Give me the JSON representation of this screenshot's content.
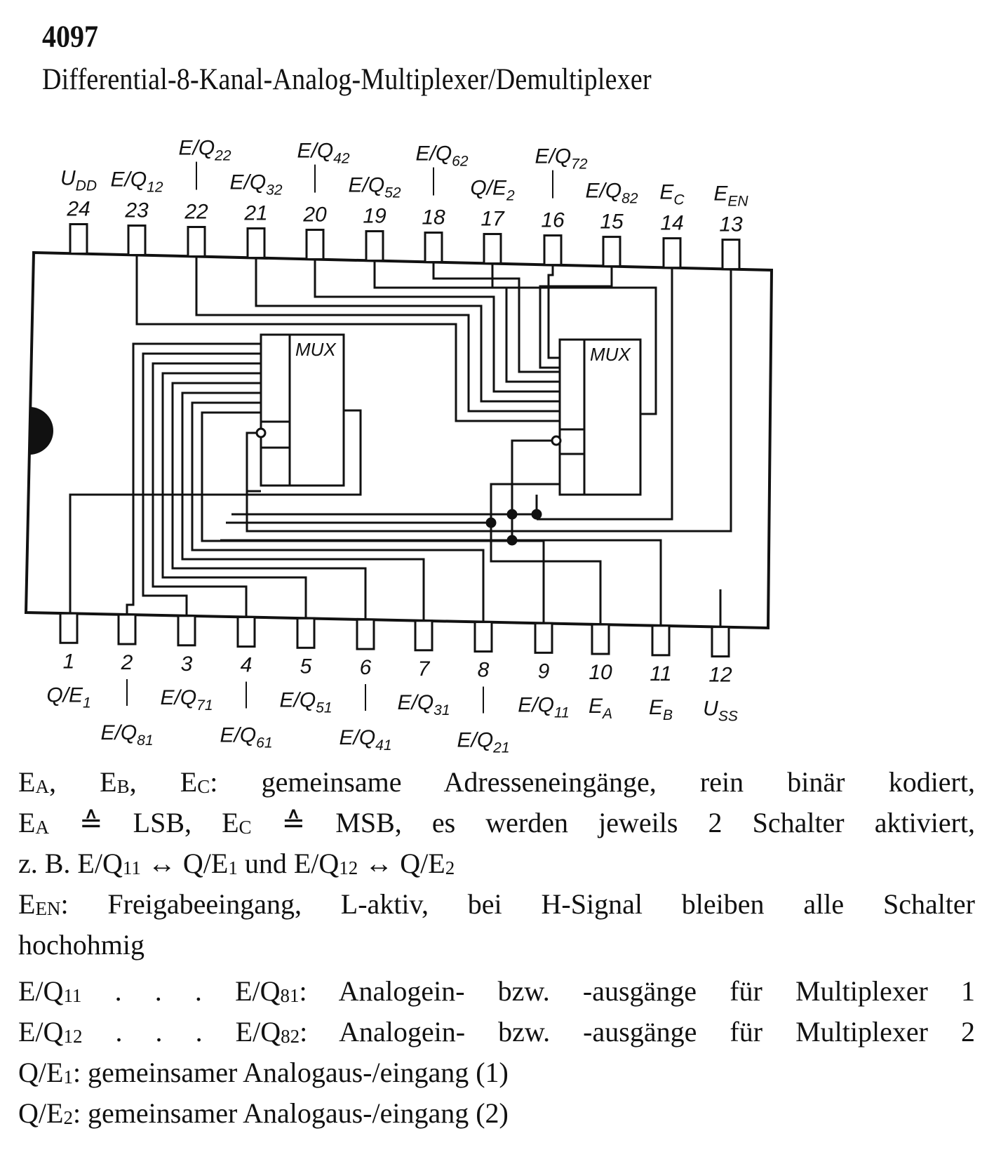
{
  "header": {
    "number": "4097",
    "title": "Differential-8-Kanal-Analog-Multiplexer/Demultiplexer"
  },
  "diagram": {
    "mux_labels": [
      "MUX",
      "MUX"
    ],
    "top_pins": [
      {
        "num": "24",
        "main": "U",
        "sub": "DD",
        "row": "low"
      },
      {
        "num": "23",
        "main": "E/Q",
        "sub": "12",
        "row": "low"
      },
      {
        "num": "22",
        "main": "E/Q",
        "sub": "22",
        "row": "high"
      },
      {
        "num": "21",
        "main": "E/Q",
        "sub": "32",
        "row": "low"
      },
      {
        "num": "20",
        "main": "E/Q",
        "sub": "42",
        "row": "high"
      },
      {
        "num": "19",
        "main": "E/Q",
        "sub": "52",
        "row": "low"
      },
      {
        "num": "18",
        "main": "E/Q",
        "sub": "62",
        "row": "high"
      },
      {
        "num": "17",
        "main": "Q/E",
        "sub": "2",
        "row": "low"
      },
      {
        "num": "16",
        "main": "E/Q",
        "sub": "72",
        "row": "high"
      },
      {
        "num": "15",
        "main": "E/Q",
        "sub": "82",
        "row": "low"
      },
      {
        "num": "14",
        "main": "E",
        "sub": "C",
        "row": "low"
      },
      {
        "num": "13",
        "main": "E",
        "sub": "EN",
        "row": "low"
      }
    ],
    "bottom_pins": [
      {
        "num": "1",
        "main": "Q/E",
        "sub": "1",
        "row": "high"
      },
      {
        "num": "2",
        "main": "E/Q",
        "sub": "81",
        "row": "low"
      },
      {
        "num": "3",
        "main": "E/Q",
        "sub": "71",
        "row": "high"
      },
      {
        "num": "4",
        "main": "E/Q",
        "sub": "61",
        "row": "low"
      },
      {
        "num": "5",
        "main": "E/Q",
        "sub": "51",
        "row": "high"
      },
      {
        "num": "6",
        "main": "E/Q",
        "sub": "41",
        "row": "low"
      },
      {
        "num": "7",
        "main": "E/Q",
        "sub": "31",
        "row": "high"
      },
      {
        "num": "8",
        "main": "E/Q",
        "sub": "21",
        "row": "low"
      },
      {
        "num": "9",
        "main": "E/Q",
        "sub": "11",
        "row": "high"
      },
      {
        "num": "10",
        "main": "E",
        "sub": "A",
        "row": "high"
      },
      {
        "num": "11",
        "main": "E",
        "sub": "B",
        "row": "high"
      },
      {
        "num": "12",
        "main": "U",
        "sub": "SS",
        "row": "high"
      }
    ]
  },
  "legend": [
    {
      "justify": true,
      "parts": [
        "E",
        {
          "sub": "A"
        },
        ", E",
        {
          "sub": "B"
        },
        ", E",
        {
          "sub": "C"
        },
        ": gemeinsame Adresseneingänge, rein binär kodiert,"
      ]
    },
    {
      "justify": true,
      "parts": [
        "E",
        {
          "sub": "A"
        },
        " ≙ LSB, E",
        {
          "sub": "C"
        },
        " ≙ MSB, es werden jeweils 2 Schalter aktiviert,"
      ]
    },
    {
      "justify": false,
      "parts": [
        "z. B. E/Q",
        {
          "sub": "11"
        },
        " ↔ Q/E",
        {
          "sub": "1"
        },
        " und E/Q",
        {
          "sub": "12"
        },
        " ↔ Q/E",
        {
          "sub": "2"
        }
      ]
    },
    {
      "justify": true,
      "parts": [
        "E",
        {
          "sub": "EN"
        },
        ": Freigabeeingang, L-aktiv, bei H-Signal bleiben alle Schalter"
      ]
    },
    {
      "justify": false,
      "parts": [
        "hochohmig"
      ]
    },
    {
      "justify": true,
      "gap": true,
      "parts": [
        "E/Q",
        {
          "sub": "11"
        },
        " . . . E/Q",
        {
          "sub": "81"
        },
        ": Analogein- bzw. -ausgänge für Multiplexer 1"
      ]
    },
    {
      "justify": true,
      "parts": [
        "E/Q",
        {
          "sub": "12"
        },
        " . . . E/Q",
        {
          "sub": "82"
        },
        ": Analogein- bzw. -ausgänge für Multiplexer 2"
      ]
    },
    {
      "justify": false,
      "parts": [
        "Q/E",
        {
          "sub": "1"
        },
        ": gemeinsamer Analogaus-/eingang (1)"
      ]
    },
    {
      "justify": false,
      "parts": [
        "Q/E",
        {
          "sub": "2"
        },
        ": gemeinsamer Analogaus-/eingang (2)"
      ]
    }
  ]
}
